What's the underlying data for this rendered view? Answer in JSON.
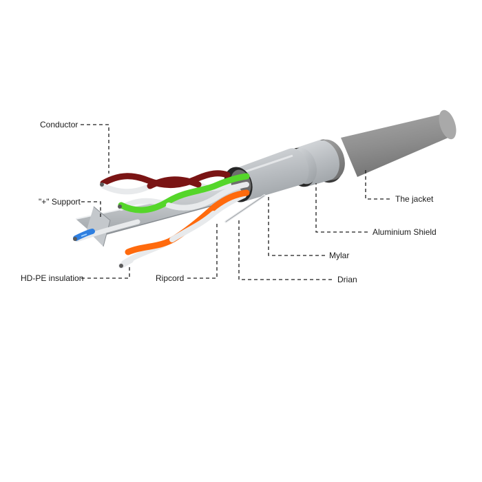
{
  "labels": {
    "conductor": "Conductor",
    "support": "\"+\" Support",
    "insulation": "HD-PE insulation",
    "ripcord": "Ripcord",
    "drain": "Drian",
    "mylar": "Mylar",
    "shield": "Aluminium Shield",
    "jacket": "The jacket"
  },
  "colors": {
    "jacket": "#8f8f8f",
    "foil": "#b8bcc0",
    "pair_brown": "#7a1414",
    "pair_green": "#55d62a",
    "pair_blue": "#2f7fe0",
    "pair_orange": "#ff6a0d",
    "pair_white": "#e8eaec",
    "leader": "#1a1a1a"
  }
}
